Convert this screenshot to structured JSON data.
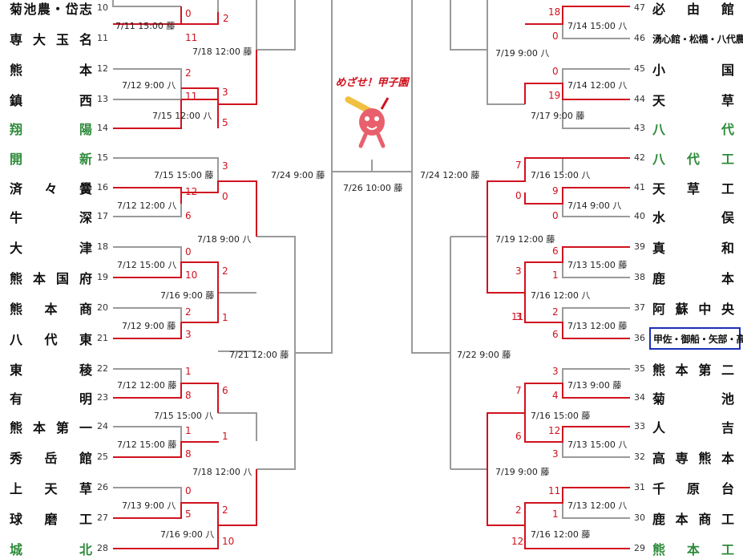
{
  "left_teams": [
    {
      "name": "菊池農・岱志",
      "num": "10"
    },
    {
      "name": "専大玉名",
      "num": "11"
    },
    {
      "name": "熊本",
      "num": "12"
    },
    {
      "name": "鎮西",
      "num": "13"
    },
    {
      "name": "翔陽",
      "num": "14",
      "green": true
    },
    {
      "name": "開新",
      "num": "15",
      "green": true
    },
    {
      "name": "済々黌",
      "num": "16"
    },
    {
      "name": "牛深",
      "num": "17"
    },
    {
      "name": "大津",
      "num": "18"
    },
    {
      "name": "熊本国府",
      "num": "19"
    },
    {
      "name": "熊本商",
      "num": "20"
    },
    {
      "name": "八代東",
      "num": "21"
    },
    {
      "name": "東稜",
      "num": "22"
    },
    {
      "name": "有明",
      "num": "23"
    },
    {
      "name": "熊本第一",
      "num": "24"
    },
    {
      "name": "秀岳館",
      "num": "25"
    },
    {
      "name": "上天草",
      "num": "26"
    },
    {
      "name": "球磨工",
      "num": "27"
    },
    {
      "name": "城北",
      "num": "28",
      "green": true
    }
  ],
  "right_teams": [
    {
      "name": "必由館",
      "num": "47"
    },
    {
      "name": "湧心館・松橋・八代農",
      "num": "46",
      "small": true
    },
    {
      "name": "小国",
      "num": "45"
    },
    {
      "name": "天草",
      "num": "44"
    },
    {
      "name": "八代",
      "num": "43",
      "green": true
    },
    {
      "name": "八代工",
      "num": "42",
      "green": true
    },
    {
      "name": "天草工",
      "num": "41"
    },
    {
      "name": "水俣",
      "num": "40"
    },
    {
      "name": "真和",
      "num": "39"
    },
    {
      "name": "鹿本",
      "num": "38"
    },
    {
      "name": "阿蘇中央",
      "num": "37"
    },
    {
      "name": "甲佐・御船・矢部・高森",
      "num": "36",
      "small": true,
      "boxed": true
    },
    {
      "name": "熊本第二",
      "num": "35"
    },
    {
      "name": "菊池",
      "num": "34"
    },
    {
      "name": "人吉",
      "num": "33"
    },
    {
      "name": "高専熊本",
      "num": "32"
    },
    {
      "name": "千原台",
      "num": "31"
    },
    {
      "name": "鹿本商工",
      "num": "30"
    },
    {
      "name": "熊本工",
      "num": "29",
      "green": true
    }
  ],
  "scores": [
    "0",
    "11",
    "2",
    "2",
    "11",
    "3",
    "5",
    "3",
    "12",
    "0",
    "6",
    "0",
    "10",
    "2",
    "2",
    "3",
    "1",
    "1",
    "8",
    "6",
    "1",
    "8",
    "1",
    "0",
    "5",
    "2",
    "10",
    "18",
    "0",
    "0",
    "19",
    "7",
    "0",
    "9",
    "0",
    "6",
    "1",
    "3",
    "3",
    "2",
    "6",
    "11",
    "3",
    "4",
    "7",
    "12",
    "3",
    "6",
    "11",
    "1",
    "2",
    "12"
  ],
  "dates": [
    "7/11 15:00 藤",
    "7/18 12:00 藤",
    "7/12 9:00 八",
    "7/15 12:00 八",
    "7/24 9:00 藤",
    "7/15 15:00 藤",
    "7/12 12:00 八",
    "7/18 9:00 八",
    "7/12 15:00 八",
    "7/16 9:00 藤",
    "7/12 9:00 藤",
    "7/21 12:00 藤",
    "7/12 12:00 藤",
    "7/15 15:00 八",
    "7/12 15:00 藤",
    "7/18 12:00 八",
    "7/13 9:00 八",
    "7/16 9:00 八",
    "7/14 15:00 八",
    "7/19 9:00 八",
    "7/14 12:00 八",
    "7/17 9:00 藤",
    "7/24 12:00 藤",
    "7/16 15:00 八",
    "7/14 9:00 八",
    "7/19 12:00 藤",
    "7/13 15:00 藤",
    "7/16 12:00 八",
    "7/13 12:00 藤",
    "7/22 9:00 藤",
    "7/13 9:00 藤",
    "7/16 15:00 藤",
    "7/13 15:00 八",
    "7/19 9:00 藤",
    "7/13 12:00 八",
    "7/16 12:00 藤",
    "7/26 10:00 藤"
  ],
  "logo": {
    "text": "めざせ！甲子園",
    "icon": "mascot-icon"
  },
  "colors": {
    "win": "#d0121f",
    "line": "#9a9a9a",
    "green": "#2e8b3a",
    "highlight": "#1a2fb8"
  }
}
